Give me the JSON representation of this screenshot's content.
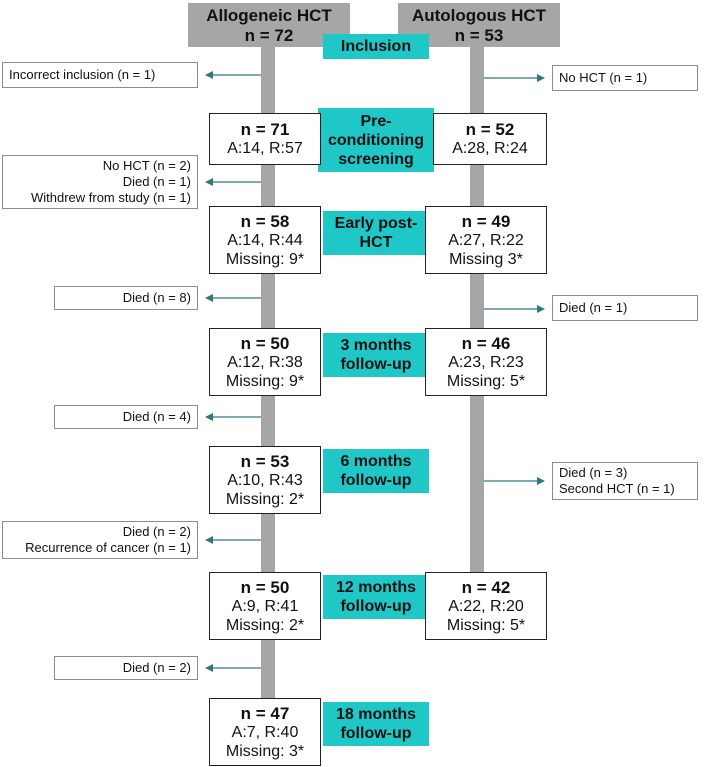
{
  "headers": {
    "allo": {
      "title": "Allogeneic HCT",
      "n": "n = 72"
    },
    "auto": {
      "title": "Autologous HCT",
      "n": "n = 53"
    }
  },
  "stages": [
    {
      "lines": [
        "Inclusion"
      ]
    },
    {
      "lines": [
        "Pre-",
        "conditioning",
        "screening"
      ]
    },
    {
      "lines": [
        "Early post-",
        "HCT"
      ]
    },
    {
      "lines": [
        "3 months",
        "follow-up"
      ]
    },
    {
      "lines": [
        "6 months",
        "follow-up"
      ]
    },
    {
      "lines": [
        "12 months",
        "follow-up"
      ]
    },
    {
      "lines": [
        "18 months",
        "follow-up"
      ]
    }
  ],
  "allo_boxes": [
    {
      "n": "n = 71",
      "lines": [
        "A:14, R:57"
      ]
    },
    {
      "n": "n = 58",
      "lines": [
        "A:14, R:44",
        "Missing: 9*"
      ]
    },
    {
      "n": "n = 50",
      "lines": [
        "A:12, R:38",
        "Missing: 9*"
      ]
    },
    {
      "n": "n = 53",
      "lines": [
        "A:10, R:43",
        "Missing: 2*"
      ]
    },
    {
      "n": "n = 50",
      "lines": [
        "A:9, R:41",
        "Missing: 2*"
      ]
    },
    {
      "n": "n = 47",
      "lines": [
        "A:7, R:40",
        "Missing: 3*"
      ]
    }
  ],
  "auto_boxes": [
    {
      "n": "n = 52",
      "lines": [
        "A:28, R:24"
      ]
    },
    {
      "n": "n = 49",
      "lines": [
        "A:27, R:22",
        "Missing 3*"
      ]
    },
    {
      "n": "n = 46",
      "lines": [
        "A:23, R:23",
        "Missing: 5*"
      ]
    },
    {
      "n": "n = 42",
      "lines": [
        "A:22, R:20",
        "Missing: 5*"
      ]
    }
  ],
  "allo_exclusions": [
    {
      "lines": [
        "Incorrect inclusion (n = 1)"
      ]
    },
    {
      "lines": [
        "No HCT (n = 2)",
        "Died (n = 1)",
        "Withdrew from study (n = 1)"
      ]
    },
    {
      "lines": [
        "Died (n = 8)"
      ]
    },
    {
      "lines": [
        "Died (n = 4)"
      ]
    },
    {
      "lines": [
        "Died (n = 2)",
        "Recurrence of cancer (n = 1)"
      ]
    },
    {
      "lines": [
        "Died (n = 2)"
      ]
    }
  ],
  "auto_exclusions": [
    {
      "lines": [
        "No HCT (n = 1)"
      ]
    },
    {
      "lines": [
        "Died (n = 1)"
      ]
    },
    {
      "lines": [
        "Died (n = 3)",
        "Second HCT (n = 1)"
      ]
    }
  ],
  "colors": {
    "stage": "#1fc7c7",
    "bar": "#a6a6a6",
    "arrow": "#2e7a7a"
  }
}
